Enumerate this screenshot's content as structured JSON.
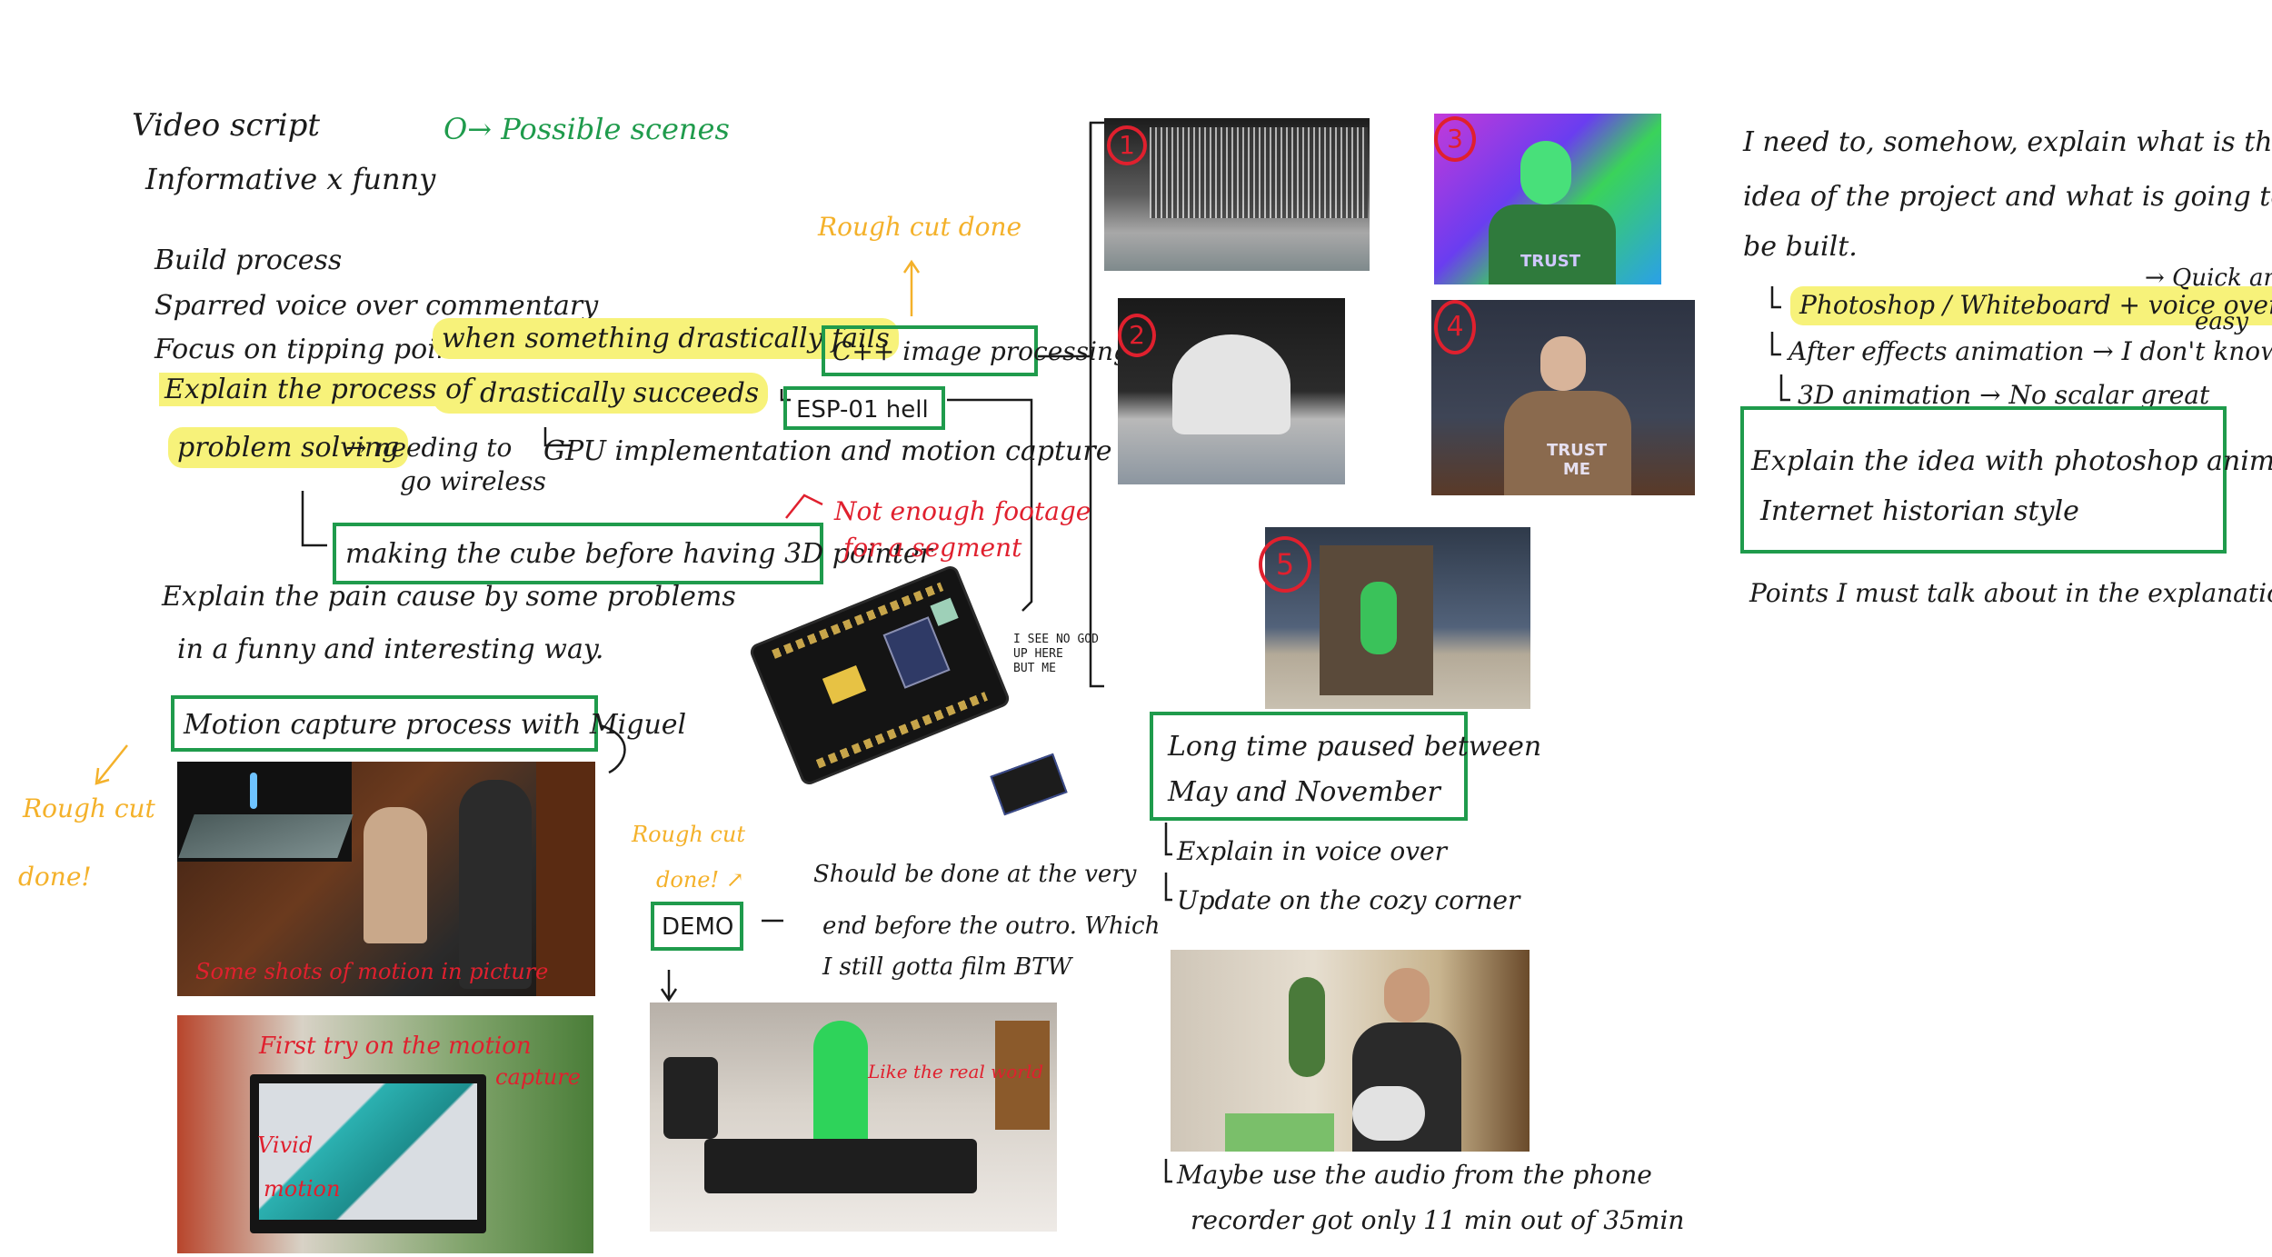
{
  "left": {
    "title": "Video script",
    "tone": "Informative x funny",
    "possible_scenes": "O→ Possible scenes",
    "bullet_build": "Build process",
    "bullet_voice": "Sparred voice over commentary",
    "bullet_focus": "Focus on tipping points →",
    "bullet_focus_detail_1": "when something drastically fails",
    "bullet_focus_detail_2": "or drastically succeeds",
    "bullet_explain": "Explain the process of",
    "bullet_explain_2": "problem solving",
    "needing_1": "→ needing to",
    "needing_2": "go wireless",
    "gpu_note": "GPU implementation and motion capture",
    "making_cube": "making the cube before having 3D pointer",
    "not_enough_1": "Not enough footage",
    "not_enough_2": "for a segment",
    "pain_1": "Explain the pain cause by some problems",
    "pain_2": "in a funny and interesting way.",
    "motion_box": "Motion capture process with Miguel",
    "rough_cut_left_1": "Rough cut",
    "rough_cut_left_2": "done!",
    "some_shots": "Some shots of motion in picture",
    "first_try_1": "First try on the motion",
    "first_try_2": "capture",
    "vivid_1": "Vivid",
    "vivid_2": "motion"
  },
  "middle": {
    "rough_cut_top": "Rough cut done",
    "cpp_box": "C++ image processing",
    "esp_box": "ESP-01 hell",
    "god_note_1": "I SEE NO GOD",
    "god_note_2": "UP HERE",
    "god_note_3": "BUT ME",
    "rough_cut_demo_1": "Rough cut",
    "rough_cut_demo_2": "done! ↗",
    "demo_box": "DEMO",
    "demo_note_1": "Should be done at the very",
    "demo_note_2": "end before the outro. Which",
    "demo_note_3": "I still gotta film BTW",
    "demo_photo_label": "Like the real world"
  },
  "center": {
    "long_box_1": "Long time paused between",
    "long_box_2": "May and November",
    "explain_voice": "Explain in voice over",
    "update_corner": "Update on the cozy corner",
    "maybe_1": "Maybe use the audio from the phone",
    "maybe_2": "recorder got only 11 min out of 35min",
    "num_1": "1",
    "num_2": "2",
    "num_3": "3",
    "num_4": "4",
    "num_5": "5",
    "shirt_1": "TRUST",
    "shirt_2": "TRUST ME"
  },
  "right": {
    "need_1": "I need to, somehow, explain what is the",
    "need_2": "idea of the project and what is going to",
    "need_3": "be built.",
    "ps_line": "Photoshop / Whiteboard + voice over",
    "ps_note_1": "→ Quick and",
    "ps_note_2": "easy",
    "ae_line": "After effects animation → I don't know",
    "anim3d_line": "3D animation → No scalar great",
    "box_1": "Explain the idea with photoshop animation",
    "box_2": "Internet historian style",
    "points": "Points I must talk about in the explanation:"
  },
  "colors": {
    "green": "#1f9b4c",
    "red": "#e0202e",
    "orange": "#f4b12a",
    "highlight": "#f7f27a",
    "ink": "#1b1b1b"
  }
}
